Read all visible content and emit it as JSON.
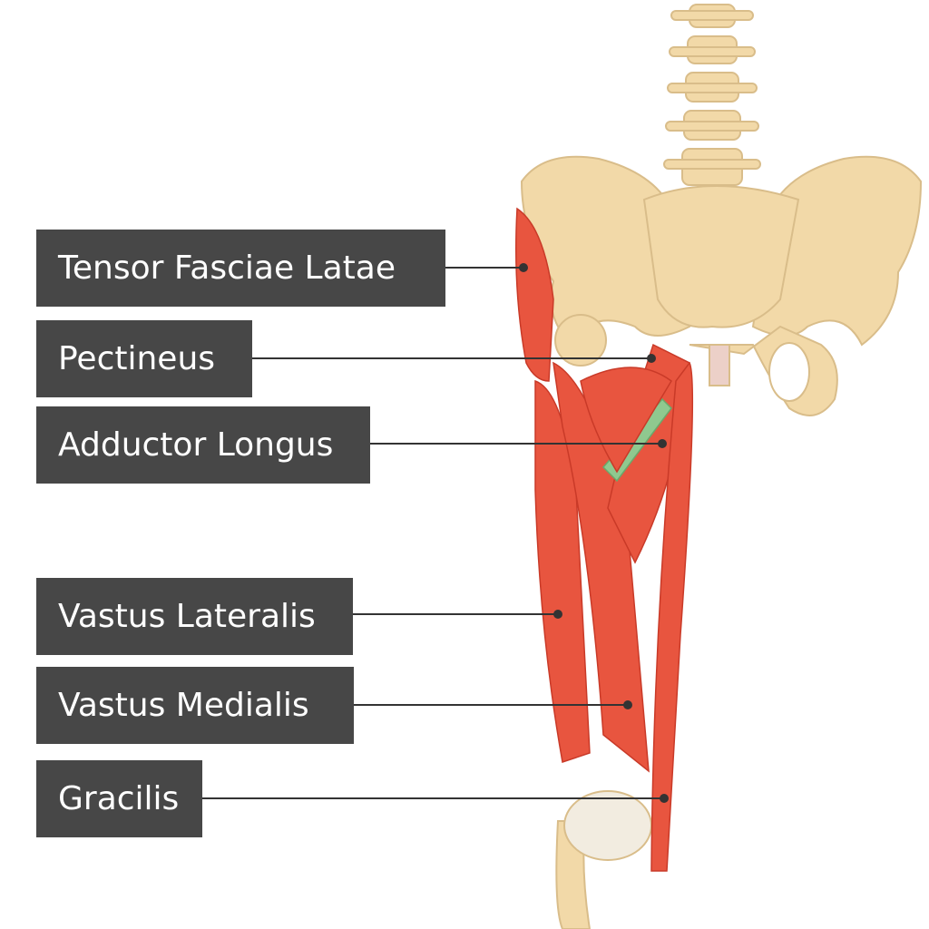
{
  "labels": [
    {
      "text": "Tensor Fasciae Latae"
    },
    {
      "text": "Pectineus"
    },
    {
      "text": "Adductor Longus"
    },
    {
      "text": "Vastus Lateralis"
    },
    {
      "text": "Vastus Medialis"
    },
    {
      "text": "Gracilis"
    }
  ],
  "colors": {
    "label_bg": "#474747",
    "bone": "#f2d9a8",
    "muscle": "#e8553f",
    "pectineus": "#8fc98f"
  }
}
